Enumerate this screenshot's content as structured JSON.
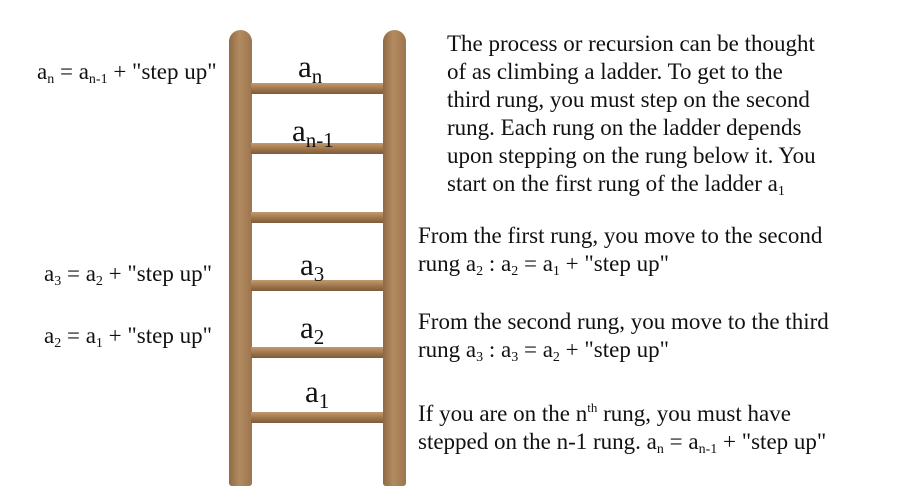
{
  "colors": {
    "wood": "#a07850",
    "text": "#111111"
  },
  "ladder_labels": [
    [
      {
        "t": "a"
      },
      {
        "t": "n",
        "sub": true
      }
    ],
    [
      {
        "t": "a"
      },
      {
        "t": "n-1",
        "sub": true
      }
    ],
    [
      {
        "t": "a"
      },
      {
        "t": "3",
        "sub": true
      }
    ],
    [
      {
        "t": "a"
      },
      {
        "t": "2",
        "sub": true
      }
    ],
    [
      {
        "t": "a"
      },
      {
        "t": "1",
        "sub": true
      }
    ]
  ],
  "left_equations": [
    [
      {
        "t": "a"
      },
      {
        "t": "n",
        "sub": true
      },
      {
        "t": " = a"
      },
      {
        "t": "n-1",
        "sub": true
      },
      {
        "t": " + \"step up\""
      }
    ],
    [
      {
        "t": "a"
      },
      {
        "t": "3",
        "sub": true
      },
      {
        "t": " = a"
      },
      {
        "t": "2",
        "sub": true
      },
      {
        "t": " + \"step up\""
      }
    ],
    [
      {
        "t": "a"
      },
      {
        "t": "2",
        "sub": true
      },
      {
        "t": " = a"
      },
      {
        "t": "1",
        "sub": true
      },
      {
        "t": " + \"step up\""
      }
    ]
  ],
  "intro": [
    [
      {
        "t": "The process or recursion can be thought"
      }
    ],
    [
      {
        "t": "of as climbing a ladder.  To get to the"
      }
    ],
    [
      {
        "t": "third rung, you must step on the second"
      }
    ],
    [
      {
        "t": "rung.  Each rung on the ladder depends"
      }
    ],
    [
      {
        "t": "upon stepping on the rung below it.  You"
      }
    ],
    [
      {
        "t": "start on the first rung of the ladder a"
      },
      {
        "t": "1",
        "sub": true
      }
    ]
  ],
  "step1": [
    [
      {
        "t": "From the first rung, you move to the second"
      }
    ],
    [
      {
        "t": "rung a"
      },
      {
        "t": "2",
        "sub": true
      },
      {
        "t": " :  a"
      },
      {
        "t": "2",
        "sub": true
      },
      {
        "t": " = a"
      },
      {
        "t": "1",
        "sub": true
      },
      {
        "t": " + \"step up\""
      }
    ]
  ],
  "step2": [
    [
      {
        "t": "From the second rung, you move to the third"
      }
    ],
    [
      {
        "t": "rung a"
      },
      {
        "t": "3",
        "sub": true
      },
      {
        "t": " :  a"
      },
      {
        "t": "3",
        "sub": true
      },
      {
        "t": " = a"
      },
      {
        "t": "2",
        "sub": true
      },
      {
        "t": " + \"step up\""
      }
    ]
  ],
  "step3": [
    [
      {
        "t": "If you are on the n"
      },
      {
        "t": "th",
        "sup": true
      },
      {
        "t": " rung, you must have"
      }
    ],
    [
      {
        "t": "stepped on the n-1 rung.  a"
      },
      {
        "t": "n",
        "sub": true
      },
      {
        "t": " = a"
      },
      {
        "t": "n-1",
        "sub": true
      },
      {
        "t": " + \"step up\""
      }
    ]
  ]
}
